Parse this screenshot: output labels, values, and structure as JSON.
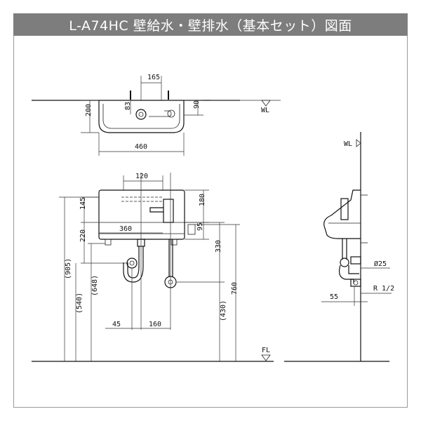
{
  "title": "L-A74HC 壁給水・壁排水（基本セット）図面",
  "colors": {
    "title_bg": "#7d7d7d",
    "title_fg": "#ffffff",
    "line": "#111111"
  },
  "labels": {
    "wl": "WL",
    "fl": "FL",
    "dim_165": "165",
    "dim_200": "200",
    "dim_83": "83",
    "dim_90": "90",
    "dim_460": "460",
    "dim_120": "120",
    "dim_145": "145",
    "dim_180": "180",
    "dim_360": "360",
    "dim_95": "95",
    "dim_220": "220",
    "dim_330": "330",
    "dim_905": "(905)",
    "dim_540": "(540)",
    "dim_648": "(648)",
    "dim_760": "760",
    "dim_430": "(430)",
    "dim_45": "45",
    "dim_160": "160",
    "dia_25": "Ø25",
    "r_half": "R 1/2",
    "dim_55": "55"
  }
}
